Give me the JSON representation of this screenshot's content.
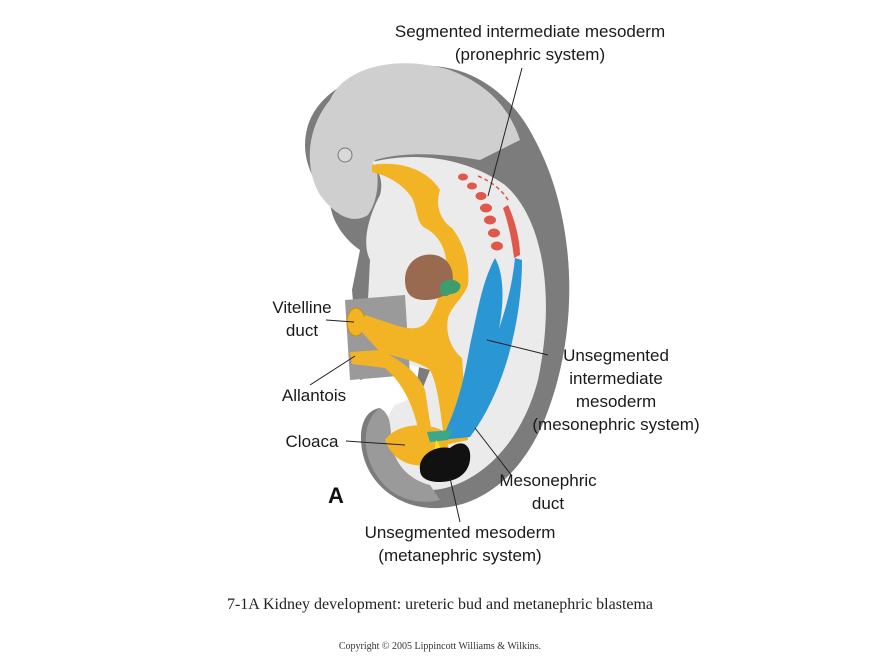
{
  "panel_letter": "A",
  "labels": {
    "segmented_line1": "Segmented intermediate mesoderm",
    "segmented_line2": "(pronephric system)",
    "vitelline_line1": "Vitelline",
    "vitelline_line2": "duct",
    "allantois": "Allantois",
    "cloaca": "Cloaca",
    "unseg_int_line1": "Unsegmented",
    "unseg_int_line2": "intermediate",
    "unseg_int_line3": "mesoderm",
    "unseg_int_line4": "(mesonephric system)",
    "mesonephric_line1": "Mesonephric",
    "mesonephric_line2": "duct",
    "unseg_meso_line1": "Unsegmented mesoderm",
    "unseg_meso_line2": "(metanephric system)"
  },
  "caption": "7-1A  Kidney development: ureteric bud and metanephric blastema",
  "copyright": "Copyright © 2005 Lippincott Williams & Wilkins.",
  "colors": {
    "outer_body": "#7c7c7c",
    "head_surface": "#cfcfcf",
    "inner_body": "#ebebeb",
    "gut_endoderm": "#f2b324",
    "pronephric_segments": "#e0574b",
    "mesonephric_duct": "#2a96d4",
    "metanephric_blastema": "#111111",
    "liver": "#9a6a50",
    "pancreas_bud": "#3d9d6c",
    "ureteric_bud": "#f5e02a"
  }
}
